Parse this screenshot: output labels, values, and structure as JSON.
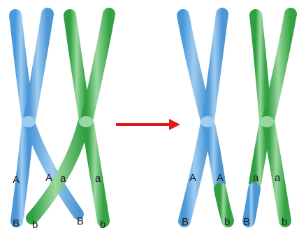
{
  "colors": {
    "blue": "#5aa7e4",
    "blue_light": "#a9d2f2",
    "green": "#3fb34f",
    "green_light": "#a6dda8",
    "arrow": "#e0191c",
    "label": "#1a1a1a"
  },
  "before": {
    "labels": {
      "blue_left_upper": "A",
      "blue_left_lower": "B",
      "blue_right_upper": "A",
      "blue_right_lower": "B",
      "green_left_upper": "a",
      "green_left_lower": "b",
      "green_right_upper": "a",
      "green_right_lower": "b"
    }
  },
  "after": {
    "labels": {
      "blue_left_upper": "A",
      "blue_left_lower": "B",
      "blue_right_upper": "A",
      "blue_right_lower": "b",
      "green_left_upper": "a",
      "green_left_lower": "B",
      "green_right_upper": "a",
      "green_right_lower": "b"
    }
  },
  "icons": {
    "arrow": "right-arrow-icon"
  }
}
